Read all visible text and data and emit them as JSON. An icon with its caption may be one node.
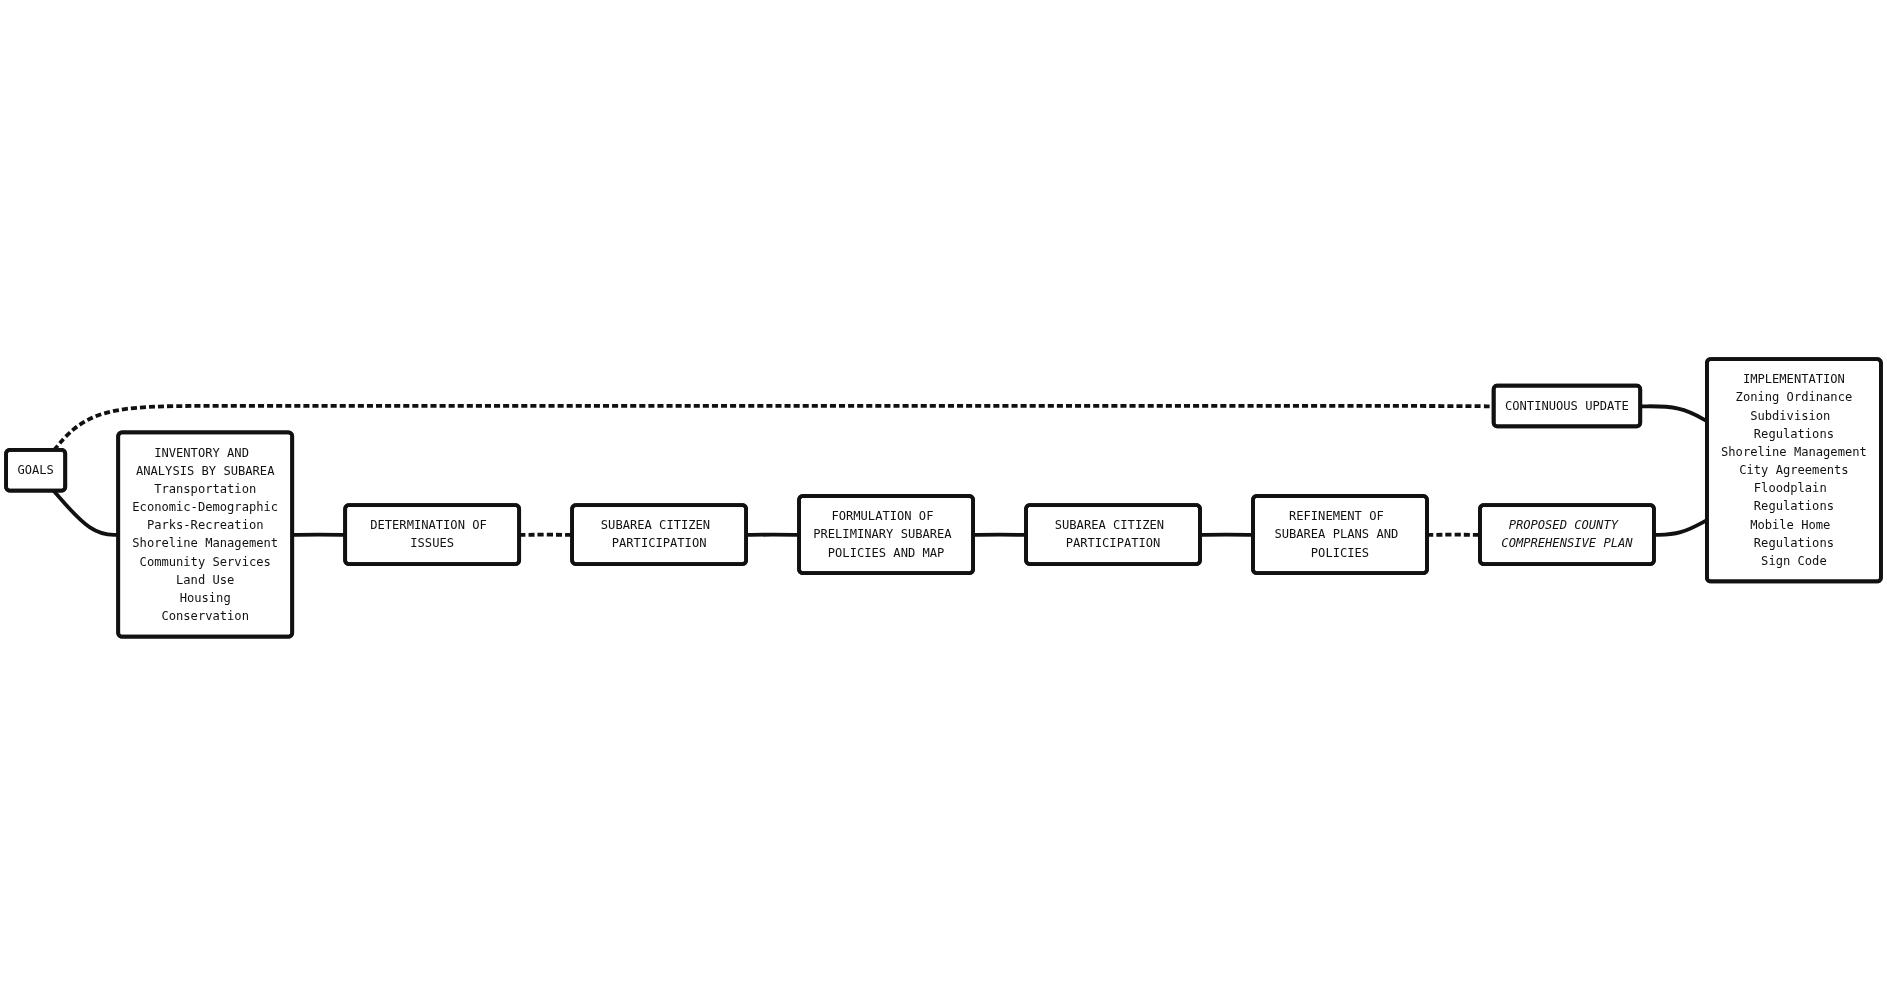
{
  "diagram": {
    "nodes": [
      {
        "text": [
          "GOALS"
        ]
      },
      {
        "text": [
          "INVENTORY AND ANALYSIS BY SUBAREA",
          "Transportation",
          "Economic-Demographic",
          "Parks-Recreation",
          "Shoreline Management",
          "Community Services",
          "Land Use",
          "Housing",
          "Conservation"
        ]
      },
      {
        "text": [
          "SUBAREA CITIZEN PARTICIPATION"
        ]
      },
      {
        "text": [
          "CONTINUOUS UPDATE"
        ]
      },
      {
        "text": [
          "FORMULATION OF PRELIMINARY SUBAREA POLICIES AND MAP"
        ]
      },
      {
        "text": [
          "DETERMINATION OF ISSUES"
        ]
      },
      {
        "text": [
          "IMPLEMENTATION",
          "Zoning Ordinance",
          "Subdivision Regulations",
          "Shoreline Management",
          "City Agreements",
          "Floodplain Regulations",
          "Mobile Home Regulations",
          "Sign Code"
        ]
      },
      {
        "text": [
          "SUBAREA CITIZEN PARTICIPATION"
        ]
      },
      {
        "text": [
          "PROPOSED COUNTY COMPREHENSIVE PLAN"
        ]
      },
      {
        "text": [
          "REFINEMENT OF SUBAREA PLANS AND POLICIES"
        ]
      }
    ],
    "edges": [
      {
        "from": 0,
        "to": 1,
        "arrow": "none"
      },
      {
        "from": 0,
        "to": 3,
        "arrow": "none",
        "style": "dashed"
      },
      {
        "from": 3,
        "to": 6,
        "arrow": "none"
      },
      {
        "from": 1,
        "to": 5,
        "arrow": "none"
      },
      {
        "from": 5,
        "to": 2,
        "arrow": "none",
        "style": "dashed"
      },
      {
        "from": 2,
        "to": 4,
        "arrow": "none"
      },
      {
        "from": 4,
        "to": 7,
        "arrow": "none"
      },
      {
        "from": 7,
        "to": 9,
        "arrow": "none"
      },
      {
        "from": 9,
        "to": 8,
        "arrow": "none",
        "style": "dashed"
      },
      {
        "from": 8,
        "to": 6,
        "arrow": "none"
      }
    ]
  }
}
